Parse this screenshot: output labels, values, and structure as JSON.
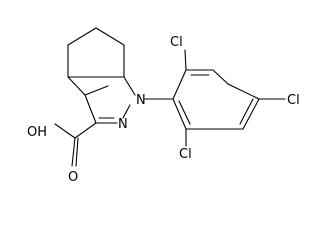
{
  "molecule": {
    "atom_labels": {
      "cl_top": "Cl",
      "cl_right": "Cl",
      "cl_bottom": "Cl",
      "n1": "N",
      "n2": "N",
      "oh": "OH",
      "o_carbonyl": "O"
    }
  }
}
